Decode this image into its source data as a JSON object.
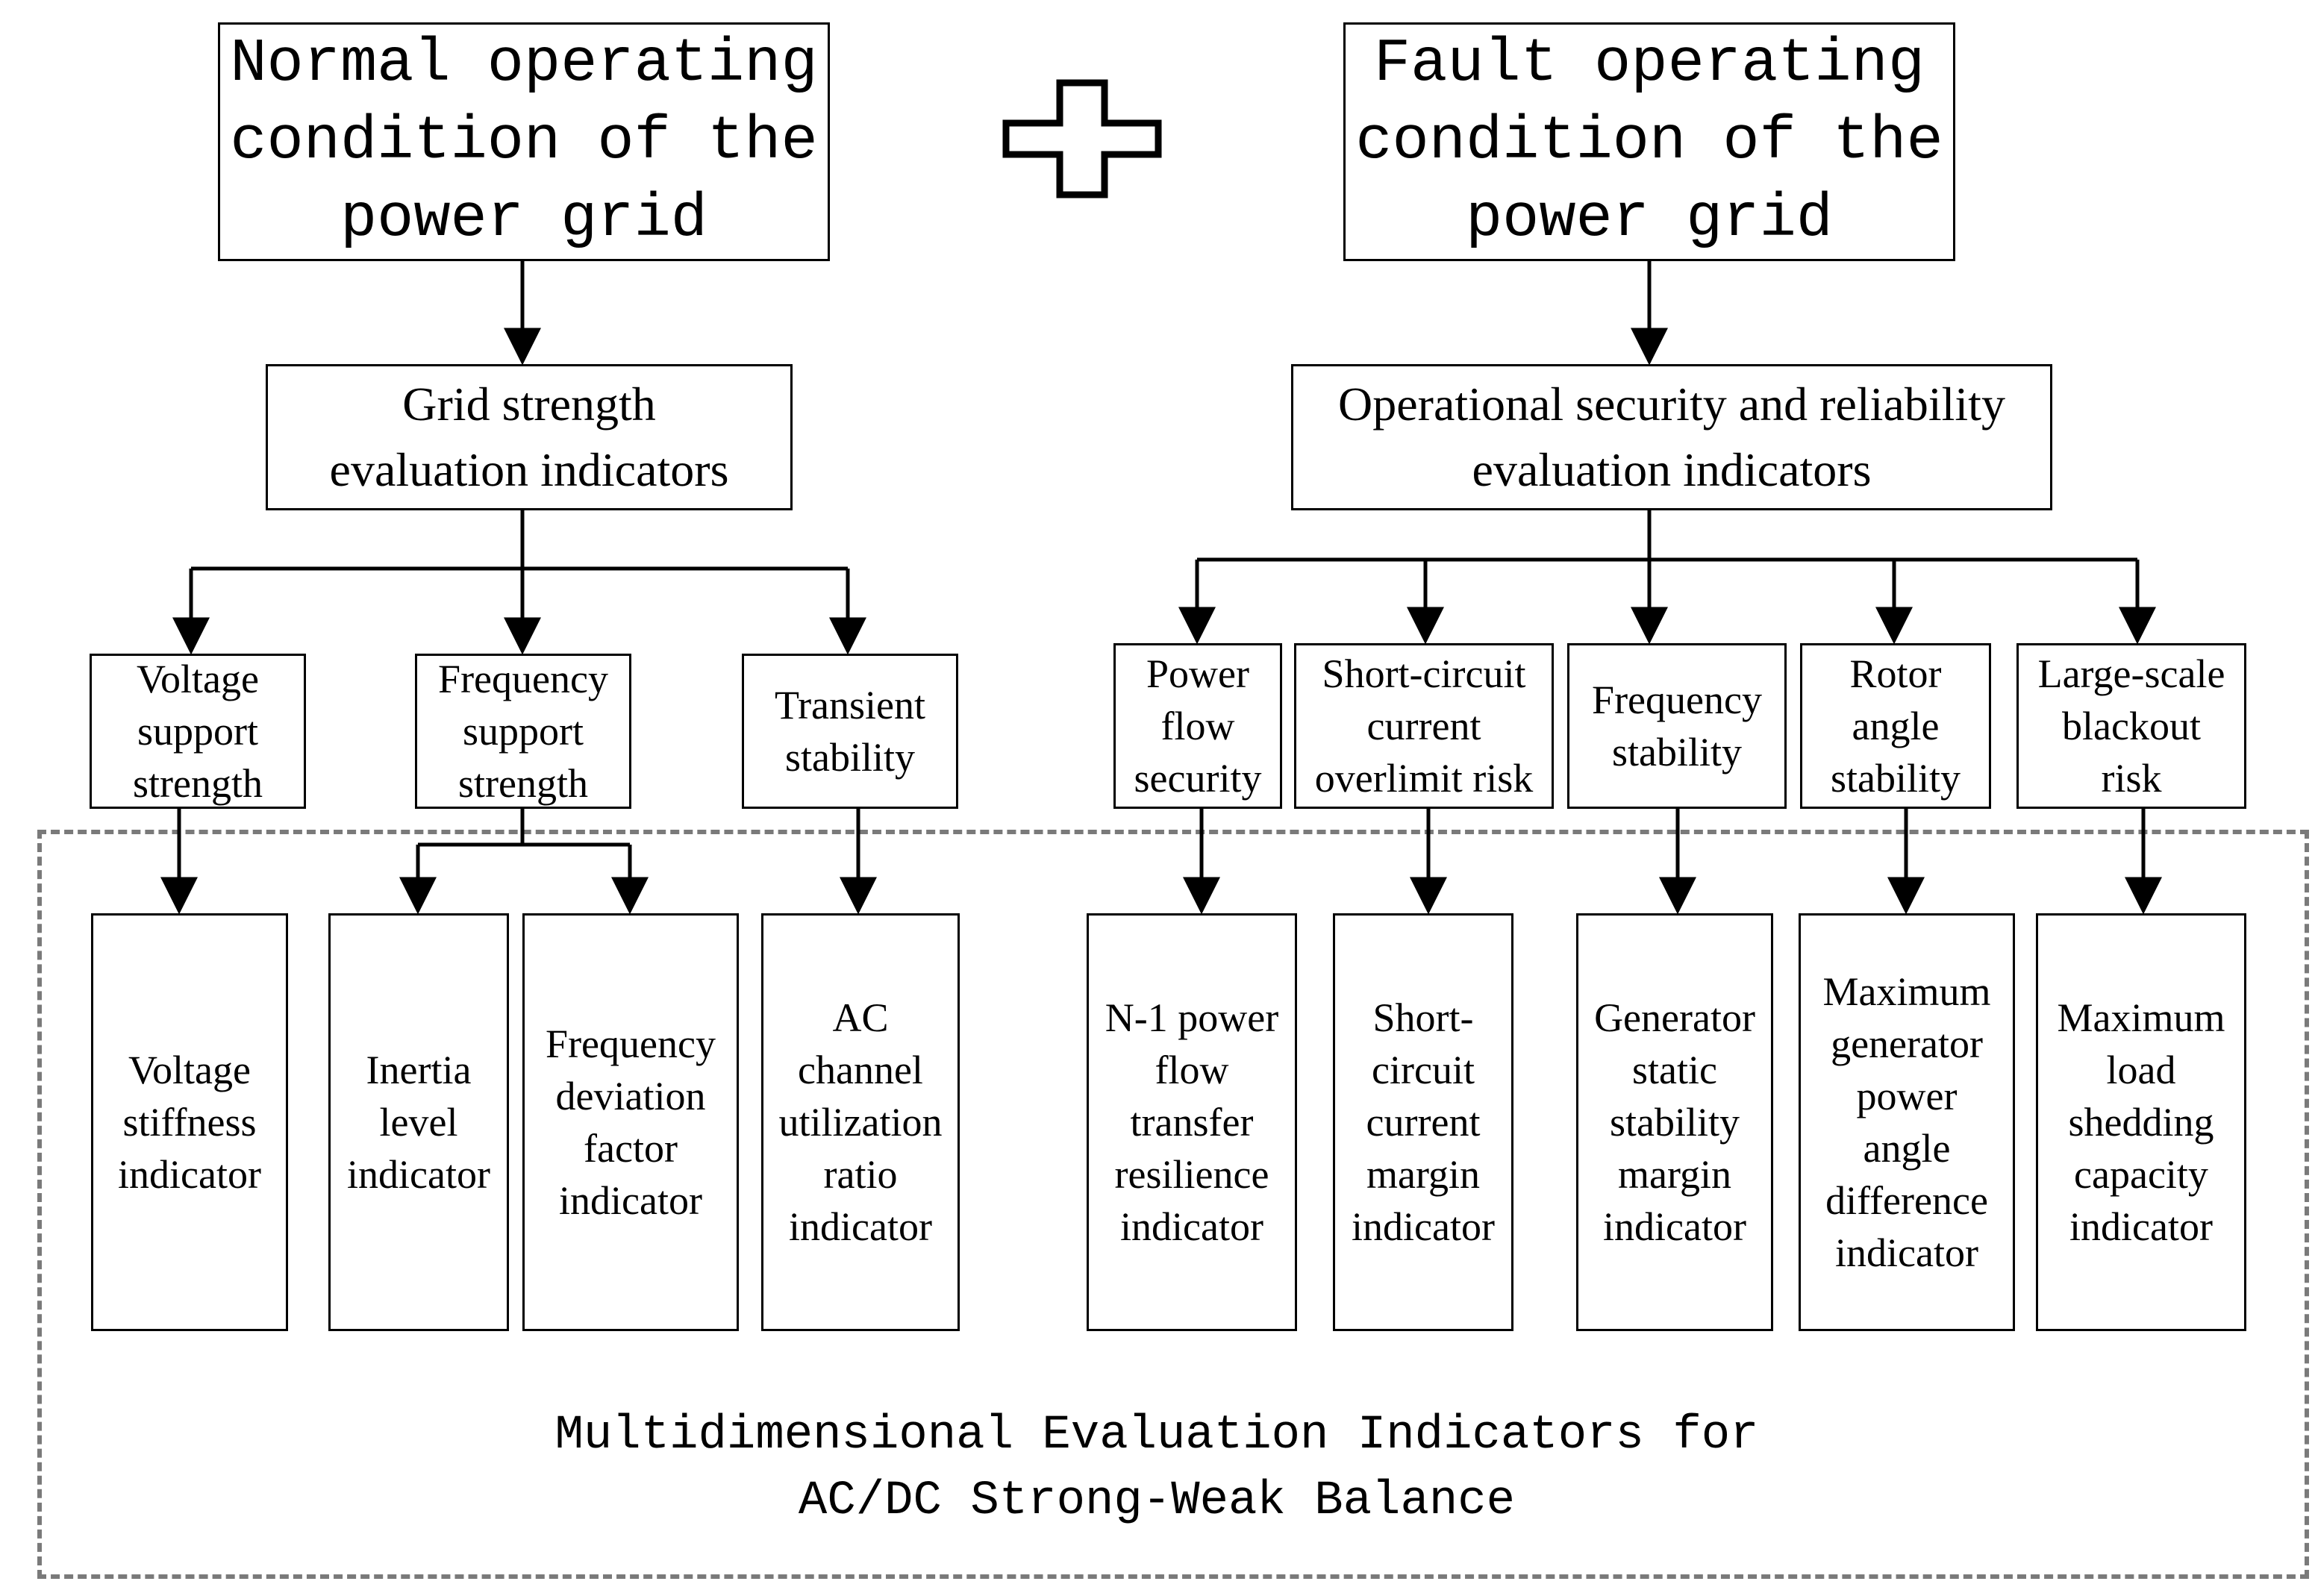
{
  "operator": "plus",
  "normal": {
    "condition": "Normal operating\ncondition of the\npower grid",
    "category": "Grid strength\nevaluation indicators",
    "subcategories": [
      {
        "label": "Voltage\nsupport\nstrength"
      },
      {
        "label": "Frequency\nsupport\nstrength"
      },
      {
        "label": "Transient\nstability"
      }
    ],
    "indicators": [
      {
        "label": "Voltage\nstiffness\nindicator"
      },
      {
        "label": "Inertia\nlevel\nindicator"
      },
      {
        "label": "Frequency\ndeviation\nfactor\nindicator"
      },
      {
        "label": "AC\nchannel\nutilization\nratio\nindicator"
      }
    ]
  },
  "fault": {
    "condition": "Fault operating\ncondition of the\npower grid",
    "category": "Operational security and reliability\nevaluation indicators",
    "subcategories": [
      {
        "label": "Power\nflow\nsecurity"
      },
      {
        "label": "Short-circuit\ncurrent\noverlimit risk"
      },
      {
        "label": "Frequency\nstability"
      },
      {
        "label": "Rotor\nangle\nstability"
      },
      {
        "label": "Large-scale\nblackout\nrisk"
      }
    ],
    "indicators": [
      {
        "label": "N-1 power\nflow\ntransfer\nresilience\nindicator"
      },
      {
        "label": "Short-\ncircuit\ncurrent\nmargin\nindicator"
      },
      {
        "label": "Generator\nstatic\nstability\nmargin\nindicator"
      },
      {
        "label": "Maximum\ngenerator\npower\nangle\ndifference\nindicator"
      },
      {
        "label": "Maximum\nload\nshedding\ncapacity\nindicator"
      }
    ]
  },
  "frame_title": "Multidimensional Evaluation Indicators for\nAC/DC Strong-Weak Balance"
}
